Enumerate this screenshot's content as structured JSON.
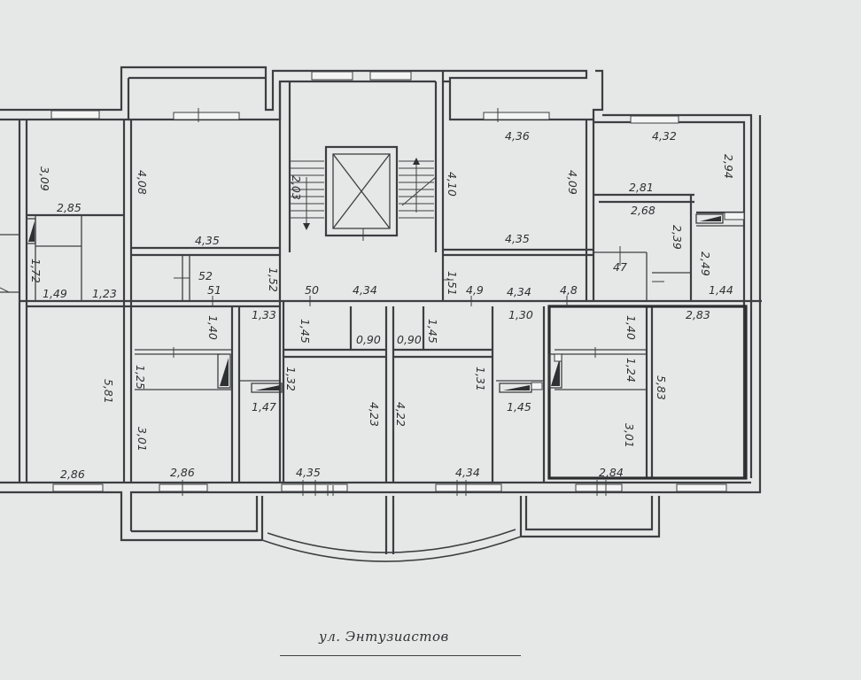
{
  "drawing": {
    "street_label": "ул. Энтузиастов",
    "dimensions": [
      {
        "id": "r1",
        "text": "3,09",
        "rot": true
      },
      {
        "id": "r2",
        "text": "2,85"
      },
      {
        "id": "r3",
        "text": "1,72",
        "rot": true
      },
      {
        "id": "r4",
        "text": "1,49"
      },
      {
        "id": "r5",
        "text": "1,23"
      },
      {
        "id": "r6",
        "text": "4,08",
        "rot": true
      },
      {
        "id": "r7",
        "text": "4,35"
      },
      {
        "id": "r8",
        "text": "52"
      },
      {
        "id": "r9",
        "text": "51"
      },
      {
        "id": "r10",
        "text": "1,52",
        "rot": true
      },
      {
        "id": "r11",
        "text": "2,03",
        "rot": true
      },
      {
        "id": "r12",
        "text": "4,10",
        "rot": true
      },
      {
        "id": "r13",
        "text": "50"
      },
      {
        "id": "r14",
        "text": "4,34"
      },
      {
        "id": "r15",
        "text": "1,51",
        "rot": true
      },
      {
        "id": "r16",
        "text": "4,9"
      },
      {
        "id": "r17",
        "text": "4,36"
      },
      {
        "id": "r18",
        "text": "4,09",
        "rot": true
      },
      {
        "id": "r19",
        "text": "4,35"
      },
      {
        "id": "r20",
        "text": "4,34"
      },
      {
        "id": "r21",
        "text": "4,8"
      },
      {
        "id": "r22",
        "text": "4,32"
      },
      {
        "id": "r23",
        "text": "2,94",
        "rot": true
      },
      {
        "id": "r24",
        "text": "2,81"
      },
      {
        "id": "r25",
        "text": "2,68"
      },
      {
        "id": "r26",
        "text": "2,39",
        "rot": true
      },
      {
        "id": "r27",
        "text": "2,49",
        "rot": true
      },
      {
        "id": "r28",
        "text": "47"
      },
      {
        "id": "r29",
        "text": "1,44"
      },
      {
        "id": "r30",
        "text": "5,81",
        "rot": true
      },
      {
        "id": "r31",
        "text": "1,40",
        "rot": true
      },
      {
        "id": "r32",
        "text": "1,25",
        "rot": true
      },
      {
        "id": "r33",
        "text": "3,01",
        "rot": true
      },
      {
        "id": "r34",
        "text": "2,86"
      },
      {
        "id": "r35",
        "text": "2,86"
      },
      {
        "id": "r36",
        "text": "1,33"
      },
      {
        "id": "r37",
        "text": "1,45",
        "rot": true
      },
      {
        "id": "r38",
        "text": "0,90"
      },
      {
        "id": "r39",
        "text": "0,90"
      },
      {
        "id": "r40",
        "text": "1,45",
        "rot": true
      },
      {
        "id": "r41",
        "text": "1,30"
      },
      {
        "id": "r42",
        "text": "1,32",
        "rot": true
      },
      {
        "id": "r43",
        "text": "1,47"
      },
      {
        "id": "r44",
        "text": "4,23",
        "rot": true
      },
      {
        "id": "r45",
        "text": "4,22",
        "rot": true
      },
      {
        "id": "r46",
        "text": "1,31",
        "rot": true
      },
      {
        "id": "r47",
        "text": "1,45"
      },
      {
        "id": "r48",
        "text": "4,35"
      },
      {
        "id": "r49",
        "text": "4,34"
      },
      {
        "id": "r50",
        "text": "1,40",
        "rot": true
      },
      {
        "id": "r51",
        "text": "1,24",
        "rot": true
      },
      {
        "id": "r52",
        "text": "5,83",
        "rot": true
      },
      {
        "id": "r53",
        "text": "3,01",
        "rot": true
      },
      {
        "id": "r54",
        "text": "2,84"
      },
      {
        "id": "r55",
        "text": "2,83"
      }
    ]
  }
}
